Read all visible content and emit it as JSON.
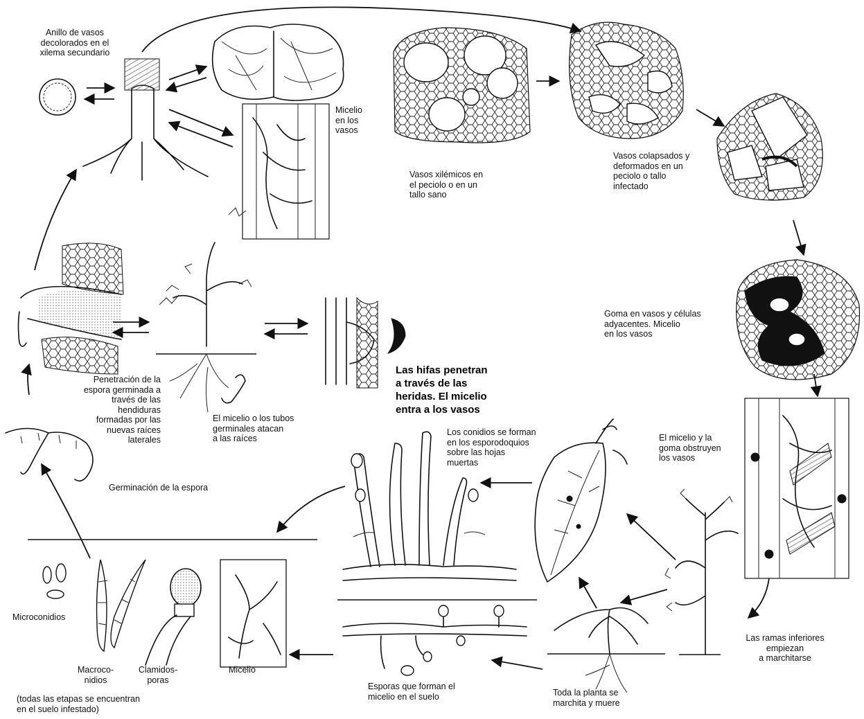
{
  "labels": {
    "anillo": "Anillo de vasos\ndecolorados en el\nxilema secundario",
    "micelio_vasos": "Micelio\nen los\nvasos",
    "vasos_sanos": "Vasos xilémicos en\nel peciolo o en un\ntallo sano",
    "vasos_colapsados": "Vasos colapsados y\ndeformados en un\npeciolo o tallo\ninfectado",
    "goma": "Goma en vasos y células\nadyacentes. Micelio\nen los vasos",
    "hifas": "Las hifas penetran\na través de las\nheridas. El micelio\nentra a los vasos",
    "penetracion": "Penetración de la\nespora germinada a\ntravés de las\nhendiduras\nformadas por las\nnuevas raíces\nlaterales",
    "micelio_tubos": "El micelio o los tubos\ngerminales atacan\na las raíces",
    "conidios": "Los conidios se forman\nen los esporodoquios\nsobre las hojas\nmuertas",
    "obstruyen": "El micelio y la\ngoma obstruyen\nlos vasos",
    "germinacion": "Germinación de la espora",
    "microconidios": "Microconidios",
    "macroconidios": "Macroco-\nnidios",
    "clamidosporas": "Clamidos-\nporas",
    "micelio": "Micelio",
    "todas_etapas": "(todas las etapas se encuentran\nen el suelo infestado)",
    "esporas_micelio": "Esporas que forman el\nmicelio en el suelo",
    "toda_planta": "Toda la         planta se\nmarchita y muere",
    "ramas": "Las ramas inferiores\nempiezan\na marchitarse"
  },
  "colors": {
    "ink": "#111111",
    "background": "#ffffff"
  }
}
